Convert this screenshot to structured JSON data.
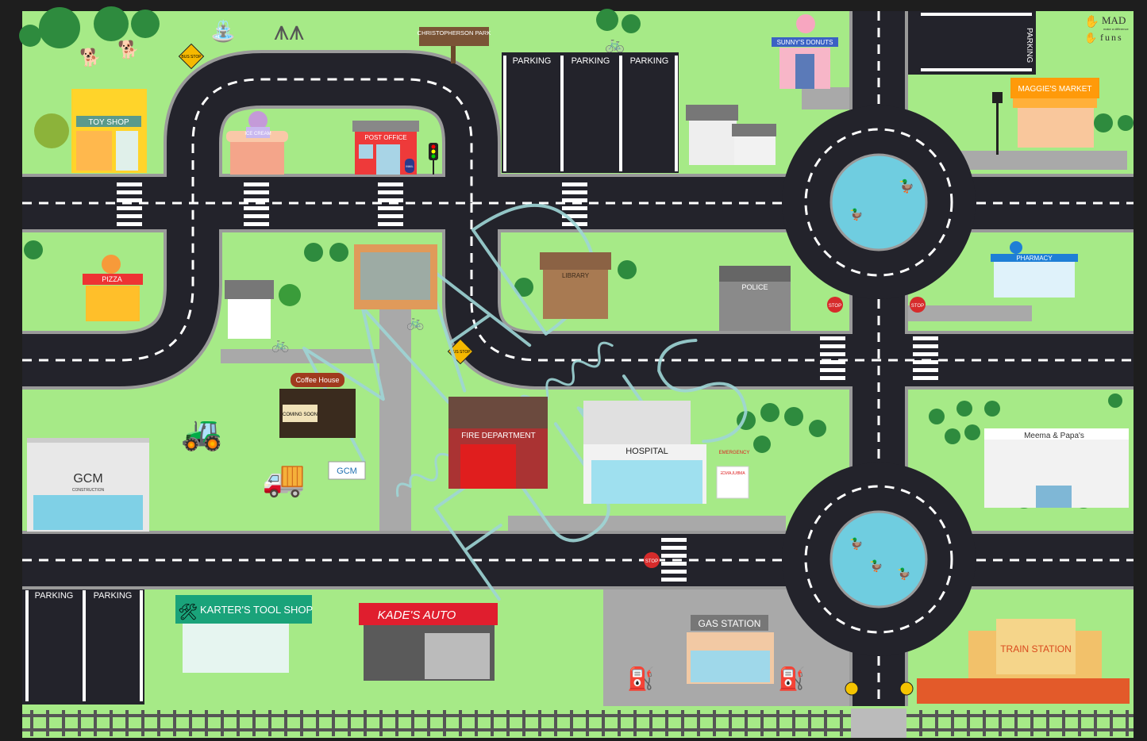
{
  "colors": {
    "grass": "#a6ea87",
    "road": "#23232b",
    "water": "#6fcde0",
    "sidewalk": "#a9a9a9",
    "border": "#1e1e1e",
    "watermark": "#9fd6d6"
  },
  "signs": {
    "bus_stop": "BUS STOP",
    "stop": "STOP",
    "park": "CHRISTOPHERSON PARK",
    "parking": "PARKING"
  },
  "buildings": {
    "toy_shop": "TOY SHOP",
    "ice_cream": "ICE CREAM",
    "post_office": "POST OFFICE",
    "mail": "MAIL",
    "sunnys_donuts": "SUNNY'S DONUTS",
    "maggies_market": "MAGGIE'S MARKET",
    "pizza": "PIZZA",
    "library": "LIBRARY",
    "police": "POLICE",
    "pharmacy": "PHARMACY",
    "coffee_house": "Coffee House",
    "coming_soon": "COMING SOON",
    "fire_department": "FIRE DEPARTMENT",
    "hospital": "HOSPITAL",
    "emergency": "EMERGENCY",
    "ambulance": "AMBULANCE",
    "meema_papas": "Meema & Papa's",
    "gcm": "GCM",
    "gcm_sub": "CONSTRUCTION",
    "karters_tool_shop": "KARTER'S TOOL SHOP",
    "kades_auto": "KADE'S AUTO",
    "gas_station": "GAS STATION",
    "train_station": "TRAIN STATION"
  },
  "logo": {
    "mad": "MAD",
    "tagline": "make a difference",
    "funs": "funs"
  },
  "watermark": {
    "mad": "MAD",
    "tagline": "make a difference",
    "funs": "FUNS"
  }
}
